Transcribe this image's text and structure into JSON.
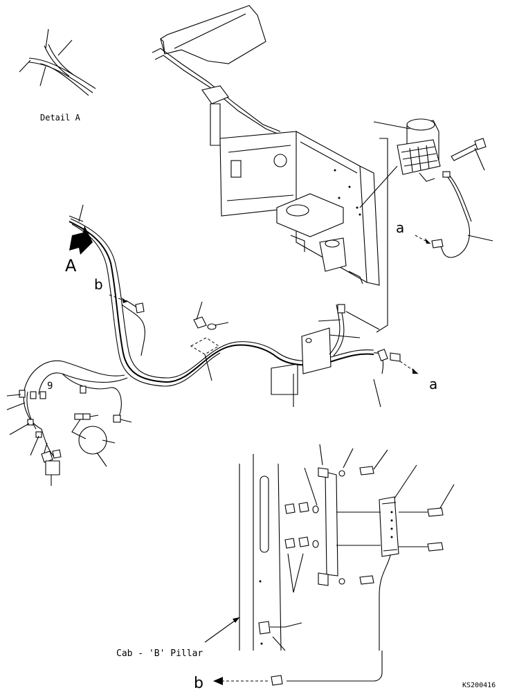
{
  "labels": {
    "detail": "Detail A",
    "view_a": "A",
    "connector_b_upper": "b",
    "connector_a_right": "a",
    "connector_a_mid": "a",
    "connector_b_lower": "b",
    "item_9": "9",
    "pillar": "Cab - 'B' Pillar",
    "drawing_code": "KS200416"
  }
}
